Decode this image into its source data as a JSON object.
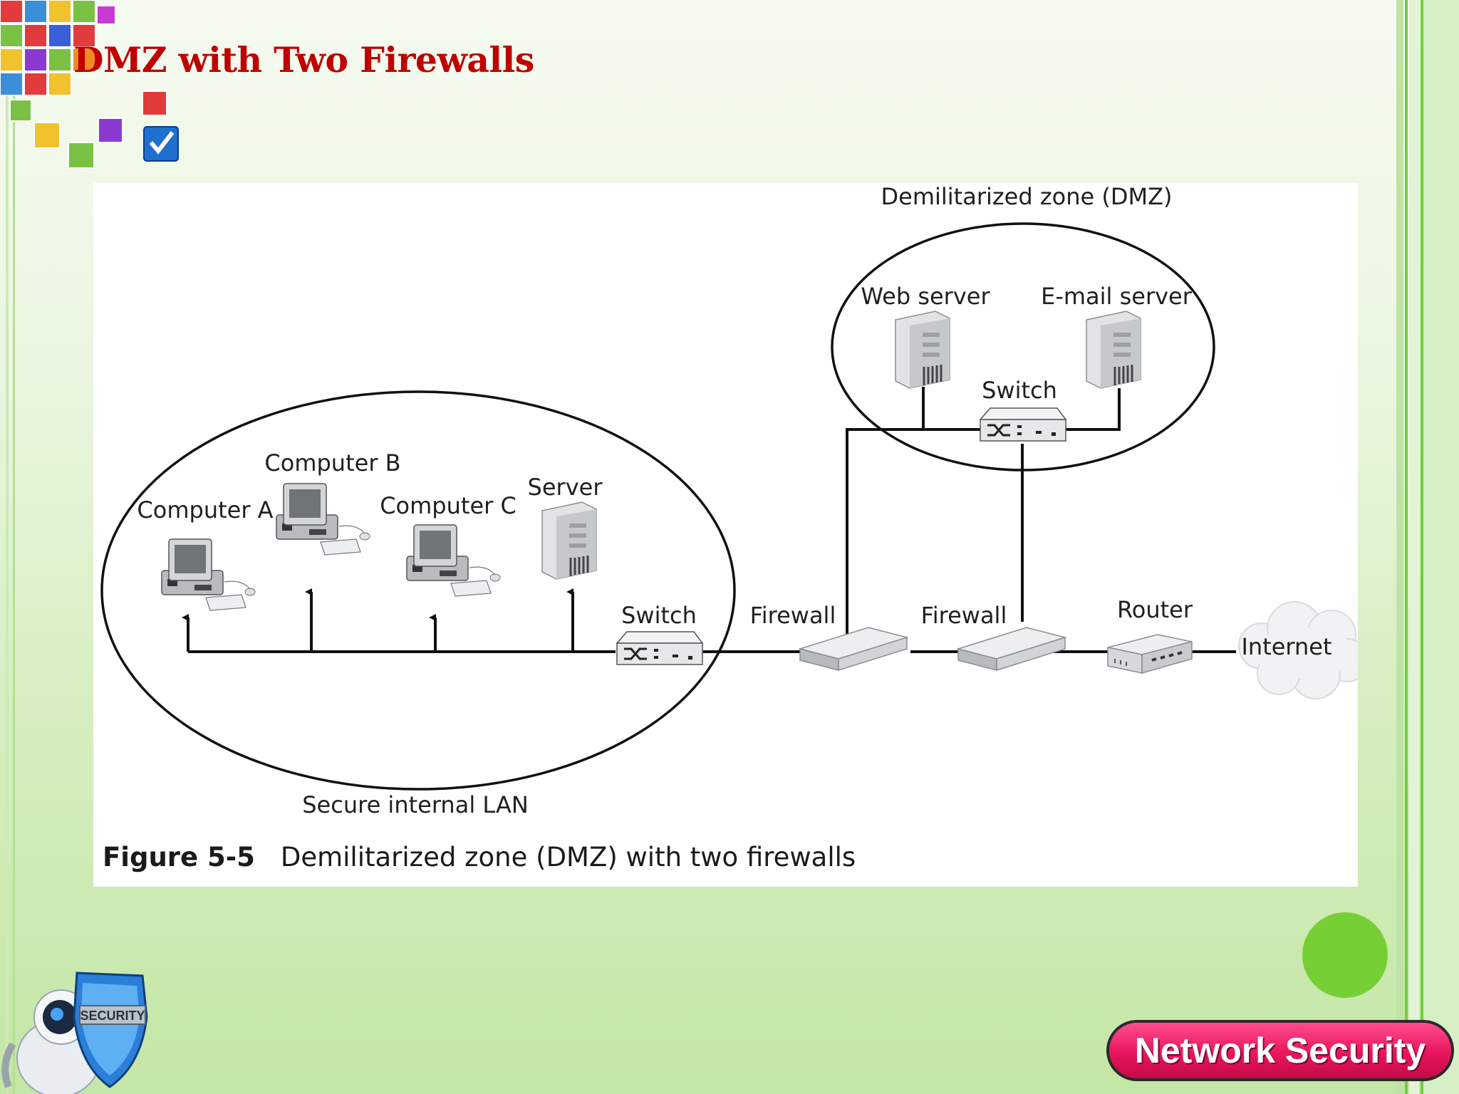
{
  "slide": {
    "title": "DMZ with Two Firewalls",
    "footer_badge": "Network Security"
  },
  "diagram": {
    "zones": {
      "dmz": "Demilitarized zone (DMZ)",
      "lan": "Secure internal LAN"
    },
    "labels": {
      "web_server": "Web server",
      "email_server": "E-mail server",
      "dmz_switch": "Switch",
      "computer_a": "Computer A",
      "computer_b": "Computer B",
      "computer_c": "Computer C",
      "lan_server": "Server",
      "lan_switch": "Switch",
      "firewall_inner": "Firewall",
      "firewall_outer": "Firewall",
      "router": "Router",
      "internet": "Internet"
    }
  },
  "caption": {
    "number": "Figure 5-5",
    "text": "Demilitarized zone (DMZ) with two firewalls"
  },
  "colors": {
    "title": "#c00000",
    "badge": "#e8155d",
    "accent_dot": "#76d035"
  }
}
